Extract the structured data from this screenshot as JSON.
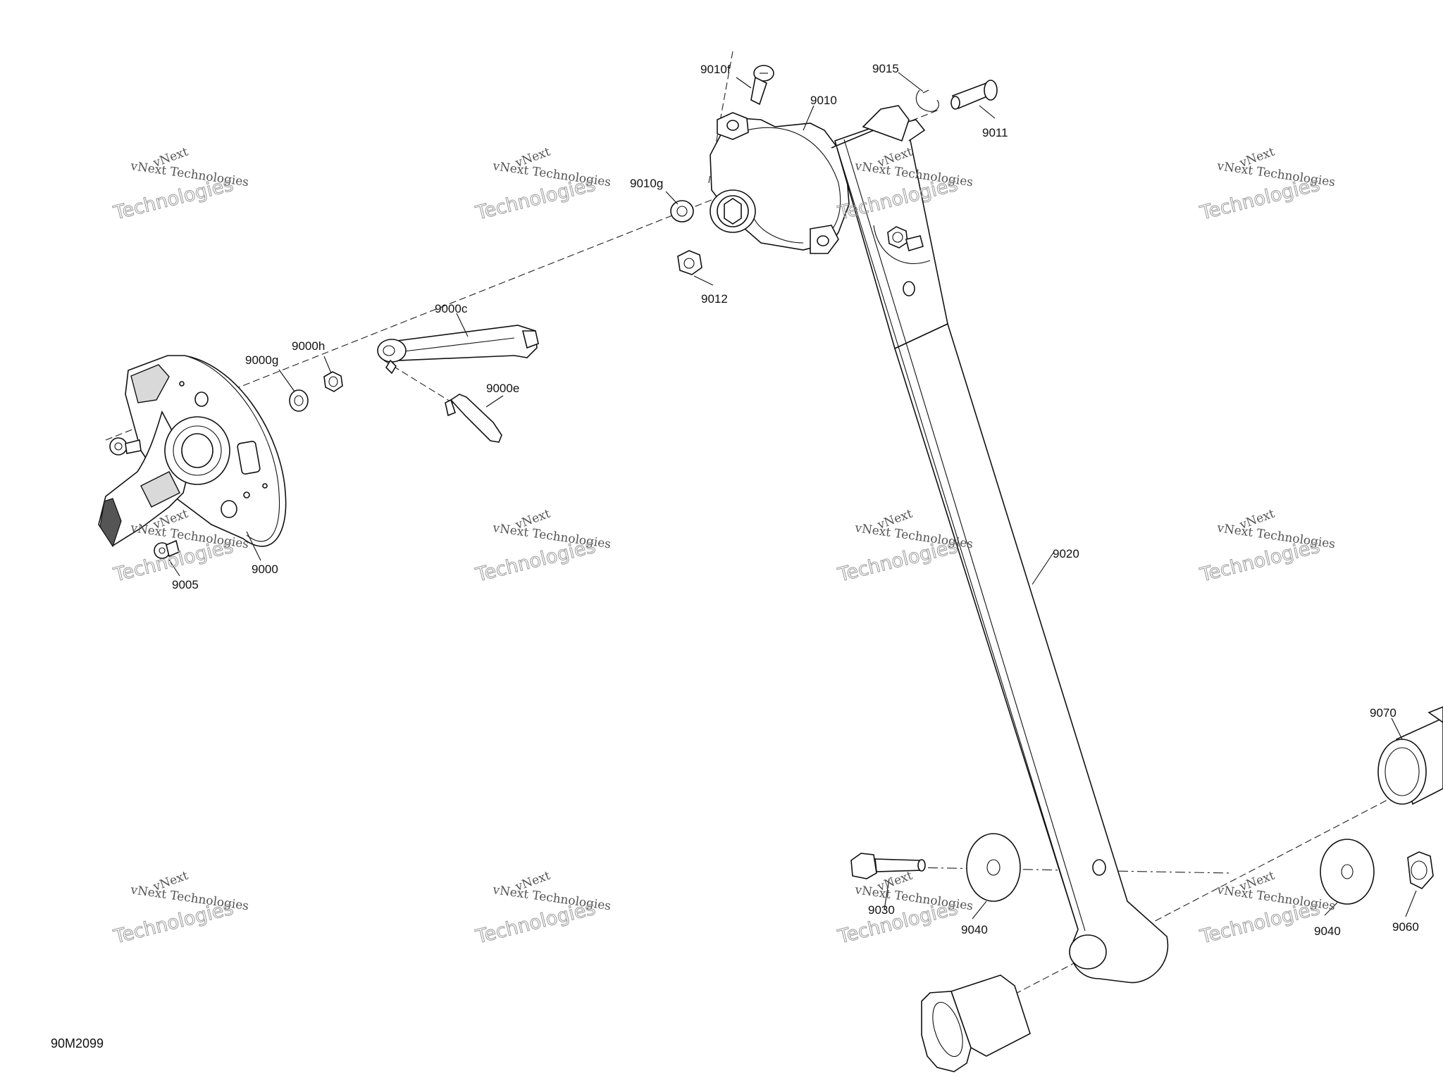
{
  "drawing_number": "90M2099",
  "watermark": {
    "line1": "vNext",
    "line2": "vNext Technologies",
    "line3": "Technologies"
  },
  "part_labels": {
    "p9000": "9000",
    "p9000c": "9000c",
    "p9000e": "9000e",
    "p9000g": "9000g",
    "p9000h": "9000h",
    "p9005": "9005",
    "p9010": "9010",
    "p9010f": "9010f",
    "p9010g": "9010g",
    "p9011": "9011",
    "p9012": "9012",
    "p9015": "9015",
    "p9020": "9020",
    "p9030": "9030",
    "p9040a": "9040",
    "p9040b": "9040",
    "p9060": "9060",
    "p9070": "9070"
  }
}
